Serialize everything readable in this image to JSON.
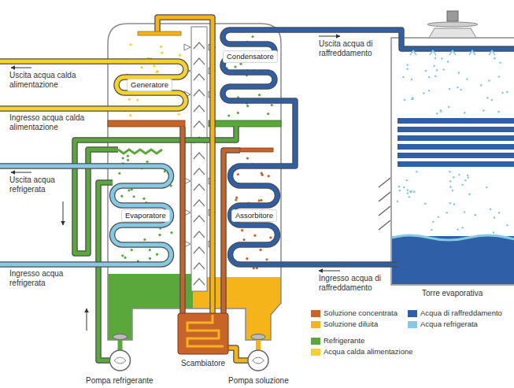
{
  "diagram": {
    "nodes": [
      {
        "text": [
          "Generatore"
        ]
      },
      {
        "text": [
          "Condensatore"
        ]
      },
      {
        "text": [
          "Evaporatore"
        ]
      },
      {
        "text": [
          "Assorbitore"
        ]
      }
    ],
    "labels": [
      "Uscita acqua calda alimentazione",
      "Ingresso acqua calda alimentazione",
      "Uscita acqua refrigerata",
      "Ingresso acqua refrigerata",
      "Uscita acqua di raffreddamento",
      "Ingresso acqua di raffreddamento",
      "Torre evaporativa",
      "Pompa refrigerante",
      "Scambiatore",
      "Pompa soluzione"
    ],
    "legend": [
      {
        "text": "Soluzione concentrata",
        "color": "#c8642a"
      },
      {
        "text": "Soluzione diluita",
        "color": "#f4b41a"
      },
      {
        "text": "Refrigerante",
        "color": "#5aa83c"
      },
      {
        "text": "Acqua calda alimentazione",
        "color": "#f7d22c"
      },
      {
        "text": "Acqua di raffreddamento",
        "color": "#2f5fa7"
      },
      {
        "text": "Acqua refrigerata",
        "color": "#86c9e4"
      }
    ]
  }
}
